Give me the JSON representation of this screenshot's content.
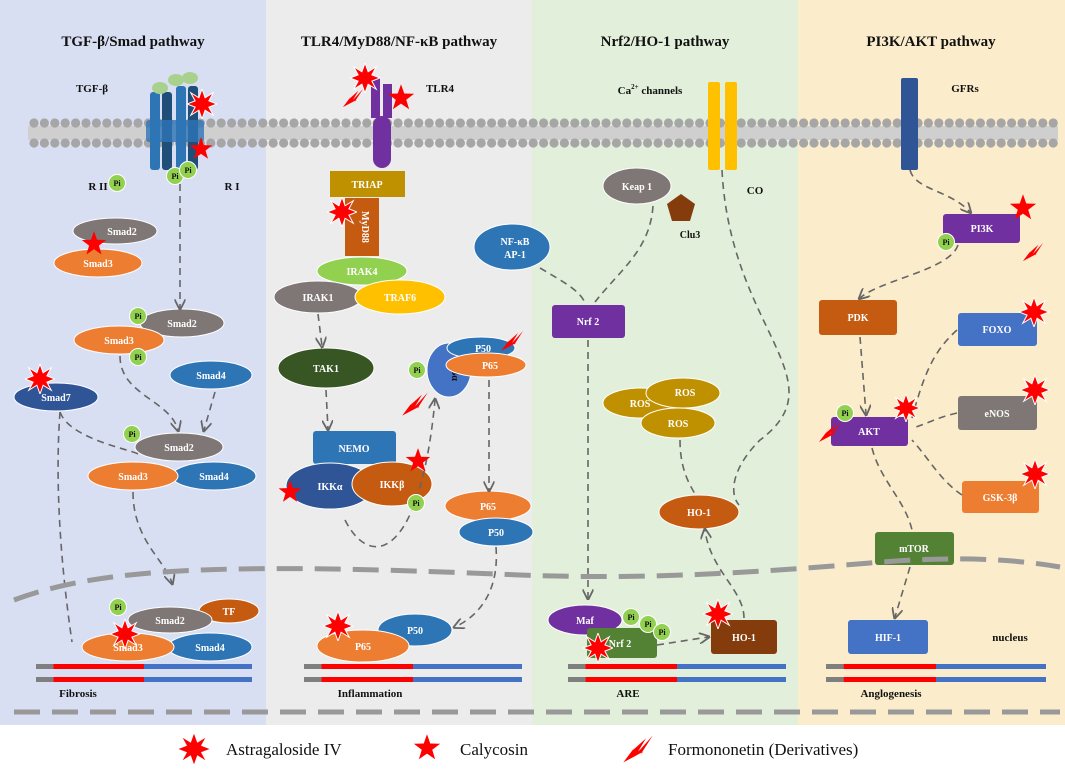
{
  "panels": [
    {
      "title": "TGF-β/Smad pathway",
      "outcome": "Fibrosis"
    },
    {
      "title": "TLR4/MyD88/NF-κB pathway",
      "outcome": "Inflammation"
    },
    {
      "title": "Nrf2/HO-1 pathway",
      "outcome": "ARE"
    },
    {
      "title": "PI3K/AKT pathway",
      "outcome": "Anglogenesis"
    }
  ],
  "receptors": {
    "tgfb": "TGF-β",
    "rii": "R II",
    "ri": "R I",
    "tlr4": "TLR4",
    "ca_pre": "Ca",
    "ca_sup": "2+",
    "ca_post": " channels",
    "co": "CO",
    "gfrs": "GFRs"
  },
  "tgf": {
    "smad2": "Smad2",
    "smad3": "Smad3",
    "smad4": "Smad4",
    "smad7": "Smad7",
    "tf": "TF"
  },
  "tlr": {
    "triap": "TRIAP",
    "myd88": "MyD88",
    "irak4": "IRAK4",
    "irak1": "IRAK1",
    "traf6": "TRAF6",
    "tak1": "TAK1",
    "nemo": "NEMO",
    "ikka": "IKKα",
    "ikkb": "IKKβ",
    "ikba": "IκBα",
    "p50": "P50",
    "p65": "P65"
  },
  "nrf": {
    "keap1": "Keap 1",
    "clu3": "Clu3",
    "nfkb_l1": "NF-κB",
    "nfkb_l2": "AP-1",
    "nrf2": "Nrf 2",
    "ros": "ROS",
    "ho1": "HO-1",
    "maf": "Maf"
  },
  "pi3k": {
    "pi3k": "PI3K",
    "pdk": "PDK",
    "foxo": "FOXO",
    "akt": "AKT",
    "enos": "eNOS",
    "gsk": "GSK-3β",
    "mtor": "mTOR",
    "hif": "HIF-1",
    "nucleus": "nucleus"
  },
  "pi_label": "Pi",
  "legend": {
    "astragaloside": "Astragaloside IV",
    "calycosin": "Calycosin",
    "formononetin": "Formononetin (Derivatives)"
  },
  "colors": {
    "panel1": "#d9dff2",
    "panel2": "#ececec",
    "panel3": "#e2efda",
    "panel4": "#fbeccb",
    "smad_grey": "#7f7776",
    "smad_orange": "#ed7d31",
    "smad_blue": "#2e75b6",
    "smad_navy": "#2f5597",
    "purple": "#7030a0",
    "green": "#548235",
    "brown": "#c55a11",
    "gold": "#bf9000",
    "dark_green": "#375623",
    "dark_red": "#843c0c",
    "pi_green": "#92d050",
    "yellow": "#ffc000",
    "red": "#ff0000"
  }
}
